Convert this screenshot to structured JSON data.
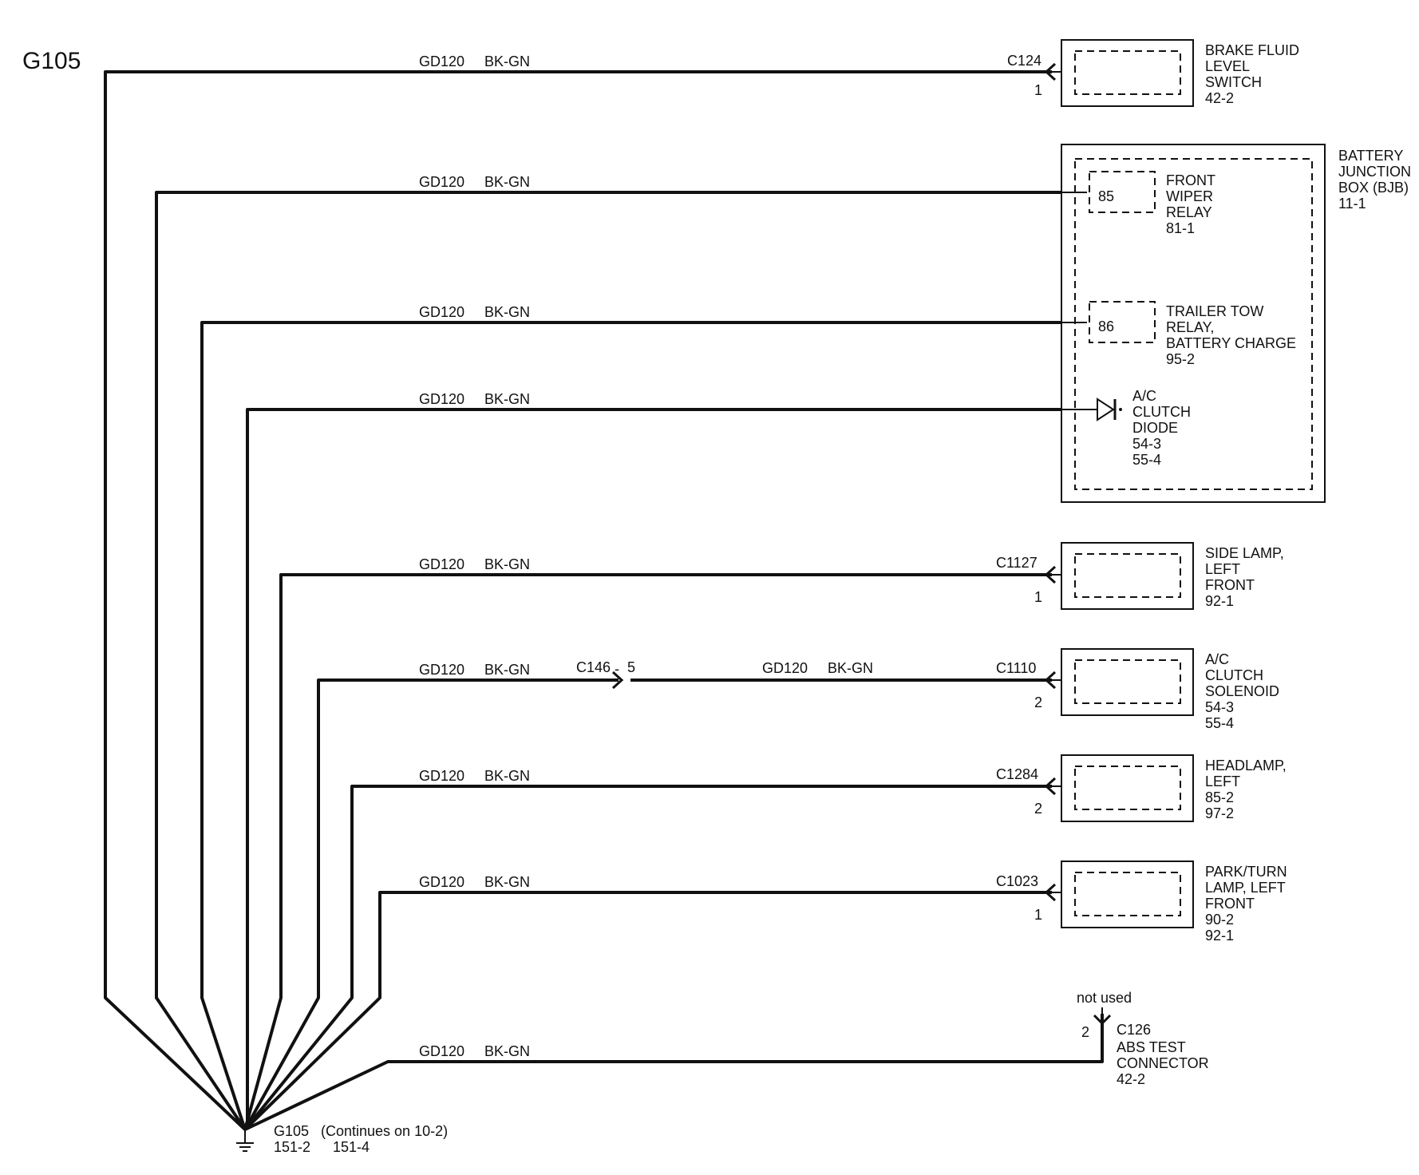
{
  "page_title": "G105",
  "wire_circuit": "GD120",
  "wire_color": "BK-GN",
  "inline_connector": {
    "id": "C146",
    "sep": "-",
    "pin": "5"
  },
  "devices": [
    {
      "connector": "C124",
      "pin": "1",
      "lines": [
        "BRAKE FLUID",
        "LEVEL",
        "SWITCH",
        "42-2"
      ]
    },
    {
      "connector": "C1127",
      "pin": "1",
      "lines": [
        "SIDE LAMP,",
        "LEFT",
        "FRONT",
        "92-1"
      ]
    },
    {
      "connector": "C1110",
      "pin": "2",
      "lines": [
        "A/C",
        "CLUTCH",
        "SOLENOID",
        "54-3",
        "55-4"
      ]
    },
    {
      "connector": "C1284",
      "pin": "2",
      "lines": [
        "HEADLAMP,",
        "LEFT",
        "85-2",
        "97-2"
      ]
    },
    {
      "connector": "C1023",
      "pin": "1",
      "lines": [
        "PARK/TURN",
        "LAMP, LEFT",
        "FRONT",
        "90-2",
        "92-1"
      ]
    }
  ],
  "bjb": {
    "lines": [
      "BATTERY",
      "JUNCTION",
      "BOX (BJB)",
      "11-1"
    ],
    "items": [
      {
        "pin": "85",
        "lines": [
          "FRONT",
          "WIPER",
          "RELAY",
          "81-1"
        ]
      },
      {
        "pin": "86",
        "lines": [
          "TRAILER TOW",
          "RELAY,",
          "BATTERY CHARGE",
          "95-2"
        ]
      },
      {
        "pin": "",
        "lines": [
          "A/C",
          "CLUTCH",
          "DIODE",
          "54-3",
          "55-4"
        ]
      }
    ]
  },
  "abs_test": {
    "note": "not used",
    "connector": "C126",
    "pin": "2",
    "lines": [
      "ABS TEST",
      "CONNECTOR",
      "42-2"
    ]
  },
  "ground": {
    "id": "G105",
    "refs": "151-2",
    "continues": "(Continues on 10-2)",
    "ref2": "151-4"
  }
}
